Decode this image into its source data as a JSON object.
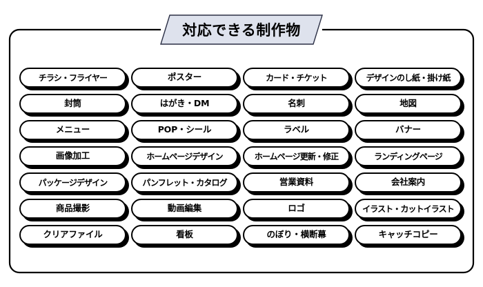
{
  "banner": {
    "title": "対応できる制作物",
    "fill_color": "#dee2ed",
    "outline_color": "#1a1a2e"
  },
  "frame": {
    "border_color": "#000000",
    "background_color": "#ffffff"
  },
  "grid": {
    "columns": 4,
    "rows": 7,
    "pill_border_color": "#000000",
    "pill_fill_color": "#ffffff",
    "pill_shadow_color": "#000000",
    "items": [
      "チラシ・フライヤー",
      "ポスター",
      "カード・チケット",
      "デザインのし紙・掛け紙",
      "封筒",
      "はがき・DM",
      "名刺",
      "地図",
      "メニュー",
      "POP・シール",
      "ラベル",
      "バナー",
      "画像加工",
      "ホームページデザイン",
      "ホームページ更新・修正",
      "ランディングページ",
      "パッケージデザイン",
      "パンフレット・カタログ",
      "営業資料",
      "会社案内",
      "商品撮影",
      "動画編集",
      "ロゴ",
      "イラスト・カットイラスト",
      "クリアファイル",
      "看板",
      "のぼり・横断幕",
      "キャッチコピー"
    ]
  }
}
